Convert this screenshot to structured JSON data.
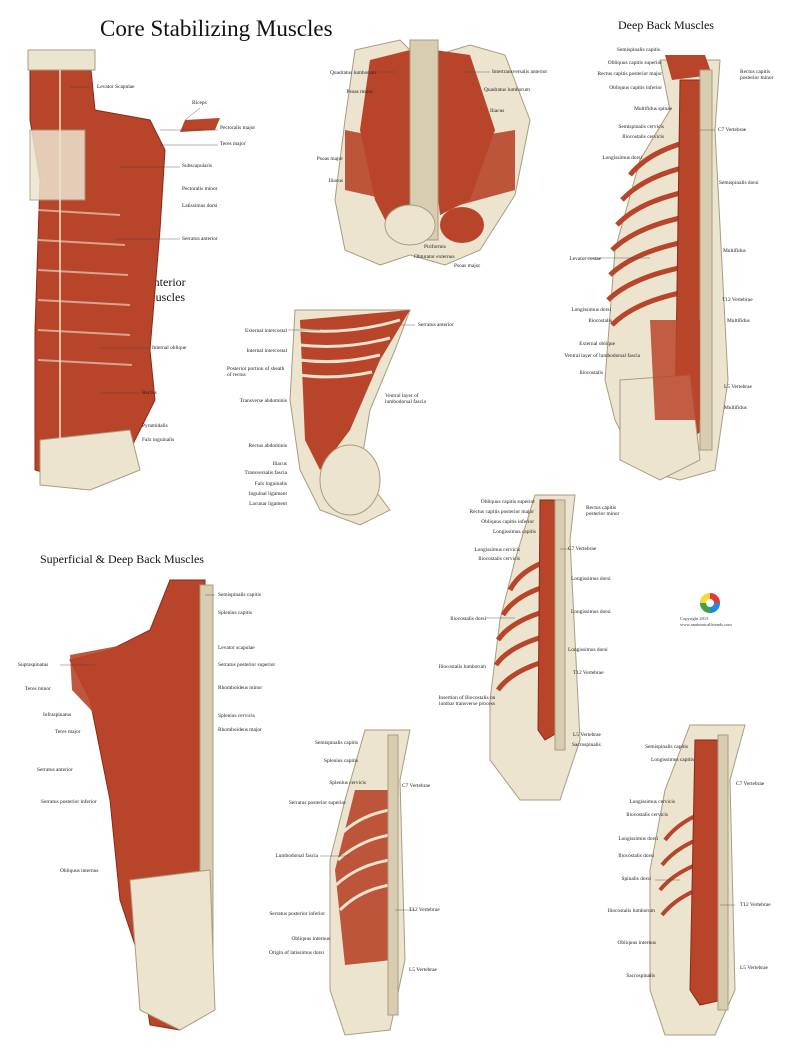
{
  "title": "Core Stabilizing Muscles",
  "subtitle": "Deep Back Muscles",
  "section_anterior": [
    "Anterior",
    "Muscles"
  ],
  "section_superficial": "Superficial & Deep Back Muscles",
  "copyright": [
    "Copyright 2013",
    "www.anatomicalfriends.com"
  ],
  "labels": {
    "anterior": [
      "Levator Scapulae",
      "Biceps",
      "Pectoralis major",
      "Teres major",
      "Subscapularis",
      "Pectoralis minor",
      "Latissimus dorsi",
      "Serratus anterior",
      "Internal oblique",
      "Rectus",
      "Pyramidalis",
      "Falx inguinalis"
    ],
    "pelvis_left": [
      "Quadratus lumborum",
      "Psoas minor",
      "Psoas major",
      "Iliacus"
    ],
    "pelvis_right": [
      "Intertransversalis anterior",
      "Quadratus lumborum",
      "Iliacus",
      "Piriformis",
      "Obturator externus",
      "Psoas major"
    ],
    "deep_back_left": [
      "Semispinalis capitis",
      "Obliquus capitis superior",
      "Rectus capitis posterior major",
      "Obliquus capitis inferior",
      "Multifidus spinae",
      "Semispinalis cervicis",
      "Iliocostalis cervicis",
      "Longissimus dorsi",
      "Levator costae",
      "Longissimus dorsi",
      "Iliocostalis",
      "External oblique",
      "Ventral layer of lumbodorsal fascia",
      "Iliocostalis"
    ],
    "deep_back_right": [
      "Rectus capitis posterior minor",
      "C7 Vertebrae",
      "Semispinalis dorsi",
      "Multifidus",
      "T12 Vertebrae",
      "Multifidus",
      "L5 Vertebrae",
      "Multifidus"
    ],
    "lateral_left": [
      "External intercostal",
      "Internal intercostal",
      "Posterior portion of sheath of rectus",
      "Transverse abdominis",
      "Rectus abdominis",
      "Iliacus",
      "Transversalis fascia",
      "Falx inguinalis",
      "Inguinal ligament",
      "Lacunar ligament"
    ],
    "lateral_right": [
      "Serratus anterior",
      "Ventral layer of lumbodorsal fascia"
    ],
    "mid_back_left": [
      "Obliquus capitis superior",
      "Rectus capitis posterior major",
      "Obliquus capitis inferior",
      "Longissimus capitis",
      "Longissimus cervicis",
      "Iliocostalis cervicis",
      "Iliocostalis dorsi",
      "Iliocostalis lumborum",
      "Insertion of Iliocostalis on lumbar transverse process"
    ],
    "mid_back_right": [
      "Rectus capitis posterior minor",
      "C7 Vertebrae",
      "Longissimus dorsi",
      "Longissimus dorsi",
      "Longissimus dorsi",
      "T12 Vertebrae",
      "L5 Vertebrae",
      "Sacrospinalis"
    ],
    "superficial_left": [
      "Supraspinatus",
      "Teres minor",
      "Infraspinatus",
      "Teres major",
      "Serratus anterior",
      "Serratus posterior inferior",
      "Obliquus internus"
    ],
    "superficial_right": [
      "Semispinalis capitis",
      "Splenius capitis",
      "Levator scapulae",
      "Serratus posterior superior",
      "Rhomboideus minor",
      "Splenius cervicis",
      "Rhomboideus major"
    ],
    "bottom_mid_left": [
      "Semispinalis capitis",
      "Splenius capitis",
      "Splenius cervicis",
      "Serratus posterior superior",
      "Lumbodorsal fascia",
      "Serratus posterior inferior",
      "Obliquus internus",
      "Origin of latissimus dorsi"
    ],
    "bottom_mid_right": [
      "C7 Vertebrae",
      "T12 Vertebrae",
      "L5 Vertebrae"
    ],
    "bottom_right_left": [
      "Semispinalis capitis",
      "Longissimus capitis",
      "Longissimus cervicis",
      "Iliocostalis cervicis",
      "Longissimus dorsi",
      "Iliocostalis dorsi",
      "Spinalis dorsi",
      "Iliocostalis lumborum",
      "Obliquus internus",
      "Sacrospinalis"
    ],
    "bottom_right_right": [
      "C7 Vertebrae",
      "T12 Vertebrae",
      "L5 Vertebrae"
    ]
  },
  "colors": {
    "muscle": "#b8452a",
    "muscle_dark": "#8a2a18",
    "bone": "#ece4cf",
    "bone_edge": "#a89d80",
    "text": "#111111"
  }
}
